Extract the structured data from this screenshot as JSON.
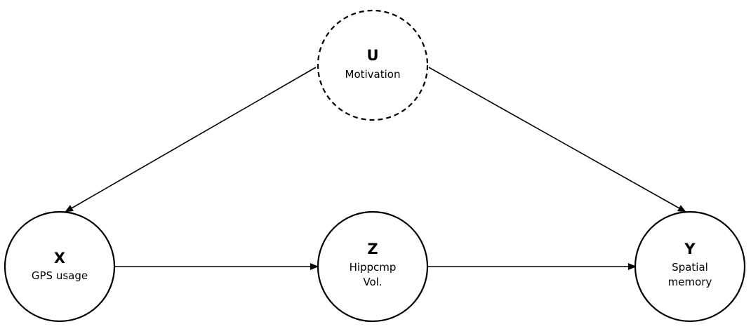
{
  "nodes": {
    "u": {
      "letter": "U",
      "lines": [
        "Motivation"
      ],
      "style": "dashed"
    },
    "x": {
      "letter": "X",
      "lines": [
        "GPS usage"
      ],
      "style": "solid"
    },
    "z": {
      "letter": "Z",
      "lines": [
        "Hippcmp",
        "Vol."
      ],
      "style": "solid"
    },
    "y": {
      "letter": "Y",
      "lines": [
        "Spatial",
        "memory"
      ],
      "style": "solid"
    }
  },
  "edges": [
    {
      "from": "u",
      "to": "x"
    },
    {
      "from": "u",
      "to": "y"
    },
    {
      "from": "x",
      "to": "z"
    },
    {
      "from": "z",
      "to": "y"
    }
  ],
  "colors": {
    "stroke": "#000000",
    "fill": "#ffffff",
    "text": "#000000"
  }
}
